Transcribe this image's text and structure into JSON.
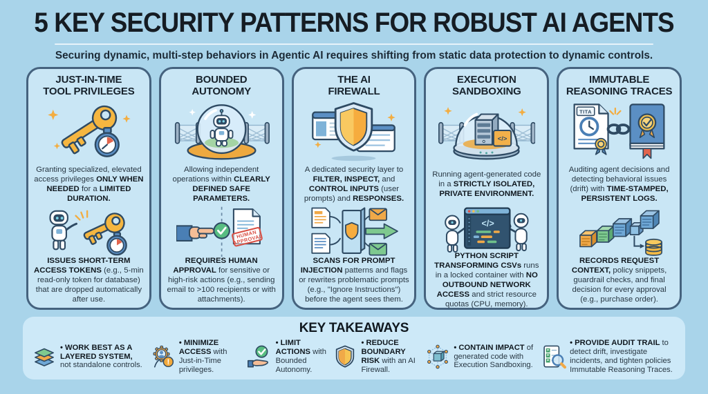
{
  "header": {
    "title": "5 KEY SECURITY PATTERNS FOR ROBUST AI AGENTS",
    "subtitle": "Securing dynamic, multi-step behaviors in Agentic AI requires shifting from static data protection to dynamic controls."
  },
  "colors": {
    "background": "#a9d4ea",
    "card_fill": "#c9e6f5",
    "card_border": "#45627e",
    "takeaways_fill": "#cde9f8",
    "title_text": "#151c23",
    "body_text": "#273642",
    "accent_orange": "#f0a948",
    "accent_gold": "#f2c14e",
    "accent_green": "#58bd82",
    "accent_blue": "#5b8fc4",
    "accent_red": "#d84f44",
    "outline": "#2e4a63"
  },
  "cards": [
    {
      "title_lines": [
        "JUST-IN-TIME",
        "TOOL PRIVILEGES"
      ],
      "icon_top": "key-stopwatch-icon",
      "description": [
        {
          "text": "Granting specialized, elevated access privileges ",
          "bold": false
        },
        {
          "text": "ONLY WHEN NEEDED",
          "bold": true
        },
        {
          "text": " for a ",
          "bold": false
        },
        {
          "text": "LIMITED DURATION.",
          "bold": true
        }
      ],
      "icon_bottom": "robot-presenting-key-icon",
      "detail": [
        {
          "text": "ISSUES SHORT-TERM ACCESS TOKENS",
          "bold": true
        },
        {
          "text": " (e.g., 5-min read-only token for database) that are dropped automatically after use.",
          "bold": false
        }
      ],
      "illustration_labels": {}
    },
    {
      "title_lines": [
        "BOUNDED",
        "AUTONOMY"
      ],
      "icon_top": "robot-in-dome-icon",
      "description": [
        {
          "text": "Allowing independent operations within ",
          "bold": false
        },
        {
          "text": "CLEARLY DEFINED SAFE PARAMETERS.",
          "bold": true
        }
      ],
      "icon_bottom": "human-approval-stamp-icon",
      "detail": [
        {
          "text": "REQUIRES HUMAN APPROVAL",
          "bold": true
        },
        {
          "text": " for sensitive or high-risk actions (e.g., sending email to >100 recipients or with attachments).",
          "bold": false
        }
      ],
      "illustration_labels": {
        "stamp_line1": "HUMAN",
        "stamp_line2": "APPROVAL"
      }
    },
    {
      "title_lines": [
        "THE AI",
        "FIREWALL"
      ],
      "icon_top": "shield-browsers-icon",
      "description": [
        {
          "text": "A dedicated security layer to ",
          "bold": false
        },
        {
          "text": "FILTER, INSPECT,",
          "bold": true
        },
        {
          "text": " and ",
          "bold": false
        },
        {
          "text": "CONTROL INPUTS",
          "bold": true
        },
        {
          "text": " (user prompts) and ",
          "bold": false
        },
        {
          "text": "RESPONSES.",
          "bold": true
        }
      ],
      "icon_bottom": "firewall-filter-flow-icon",
      "detail": [
        {
          "text": "SCANS FOR PROMPT INJECTION",
          "bold": true
        },
        {
          "text": " patterns and flags or rewrites problematic prompts (e.g., \"Ignore Instructions\") before the agent sees them.",
          "bold": false
        }
      ],
      "illustration_labels": {}
    },
    {
      "title_lines": [
        "EXECUTION",
        "SANDBOXING"
      ],
      "icon_top": "server-in-dome-icon",
      "description": [
        {
          "text": "Running agent-generated code in a ",
          "bold": false
        },
        {
          "text": "STRICTLY ISOLATED, PRIVATE ENVIRONMENT.",
          "bold": true
        }
      ],
      "icon_bottom": "robots-code-window-icon",
      "detail": [
        {
          "text": "PYTHON SCRIPT TRANSFORMING CSVs",
          "bold": true
        },
        {
          "text": " runs in a locked container with ",
          "bold": false
        },
        {
          "text": "NO OUTBOUND NETWORK ACCESS",
          "bold": true
        },
        {
          "text": " and strict resource quotas (CPU, memory).",
          "bold": false
        }
      ],
      "illustration_labels": {
        "code_glyph": "</>"
      }
    },
    {
      "title_lines": [
        "IMMUTABLE",
        "REASONING TRACES"
      ],
      "icon_top": "log-chain-ledger-icon",
      "description": [
        {
          "text": "Auditing agent decisions and detecting behavioral issues (drift) with ",
          "bold": false
        },
        {
          "text": "TIME-STAMPED, PERSISTENT LOGS.",
          "bold": true
        }
      ],
      "icon_bottom": "blocks-chain-database-icon",
      "detail": [
        {
          "text": "RECORDS REQUEST CONTEXT,",
          "bold": true
        },
        {
          "text": " policy snippets, guardrail checks, and final decision for every approval (e.g., purchase order).",
          "bold": false
        }
      ],
      "illustration_labels": {
        "doc_tag": "TITA"
      }
    }
  ],
  "takeaways": {
    "title": "KEY TAKEAWAYS",
    "items": [
      {
        "icon": "layered-stack-icon",
        "segments": [
          {
            "text": "• WORK BEST AS A LAYERED SYSTEM,",
            "bold": true
          },
          {
            "text": " not standalone controls.",
            "bold": false
          }
        ]
      },
      {
        "icon": "gear-person-alert-icon",
        "segments": [
          {
            "text": "• MINIMIZE ACCESS",
            "bold": true
          },
          {
            "text": " with Just-in-Time privileges.",
            "bold": false
          }
        ]
      },
      {
        "icon": "hand-check-icon",
        "segments": [
          {
            "text": "• LIMIT ACTIONS",
            "bold": true
          },
          {
            "text": " with Bounded Autonomy.",
            "bold": false
          }
        ]
      },
      {
        "icon": "shield-icon",
        "segments": [
          {
            "text": "• REDUCE BOUNDARY RISK",
            "bold": true
          },
          {
            "text": " with an AI Firewall.",
            "bold": false
          }
        ]
      },
      {
        "icon": "sandbox-cube-network-icon",
        "segments": [
          {
            "text": "• CONTAIN IMPACT",
            "bold": true
          },
          {
            "text": " of generated code with Execution Sandboxing.",
            "bold": false
          }
        ]
      },
      {
        "icon": "audit-checklist-magnifier-icon",
        "segments": [
          {
            "text": "• PROVIDE AUDIT TRAIL",
            "bold": true
          },
          {
            "text": " to detect drift, investigate incidents, and tighten policies Immutable Reasoning Traces.",
            "bold": false
          }
        ]
      }
    ]
  }
}
